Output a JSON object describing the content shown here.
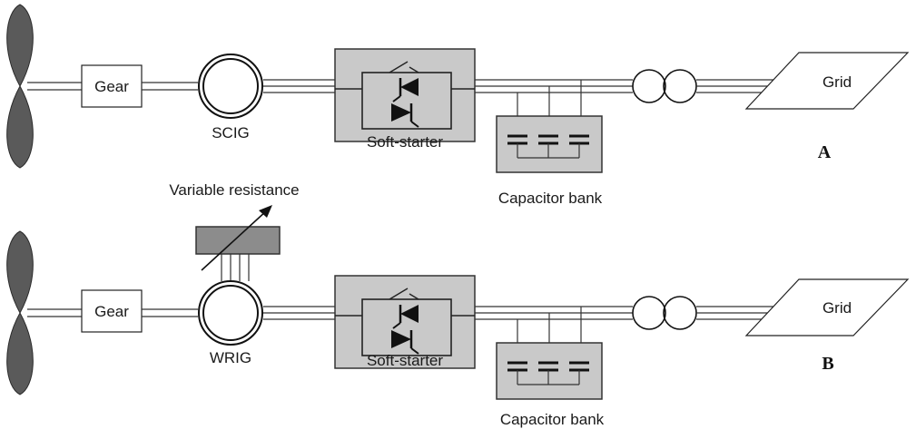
{
  "system_a": {
    "gear": "Gear",
    "generator": "SCIG",
    "soft_starter": "Soft-starter",
    "capacitor_bank": "Capacitor bank",
    "grid": "Grid",
    "tag": "A"
  },
  "system_b": {
    "variable_resistance": "Variable resistance",
    "gear": "Gear",
    "generator": "WRIG",
    "soft_starter": "Soft-starter",
    "capacitor_bank": "Capacitor bank",
    "grid": "Grid",
    "tag": "B"
  },
  "colors": {
    "component_gray": "#c9c9c9",
    "resistor_gray": "#8c8c8c",
    "line": "#333333"
  }
}
